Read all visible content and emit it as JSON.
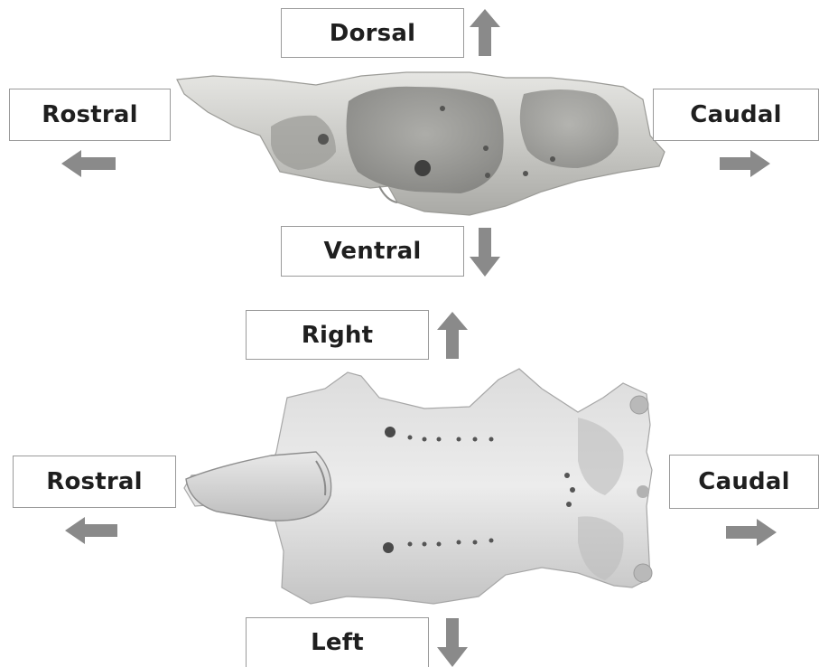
{
  "colors": {
    "arrow": "#8a8a8a",
    "box_border": "#9a9a9a",
    "label_text": "#1f1f1f",
    "bone_light": "#d8d8d4",
    "bone_shadow": "#8f8f8c"
  },
  "lateral_view": {
    "top_label": "Dorsal",
    "bottom_label": "Ventral",
    "left_label": "Rostral",
    "right_label": "Caudal",
    "icons": {
      "top": "arrow-up-icon",
      "bottom": "arrow-down-icon",
      "left": "arrow-left-icon",
      "right": "arrow-right-icon"
    }
  },
  "ventral_view": {
    "top_label": "Right",
    "bottom_label": "Left",
    "left_label": "Rostral",
    "right_label": "Caudal",
    "icons": {
      "top": "arrow-up-icon",
      "bottom": "arrow-down-icon",
      "left": "arrow-left-icon",
      "right": "arrow-right-icon"
    }
  }
}
